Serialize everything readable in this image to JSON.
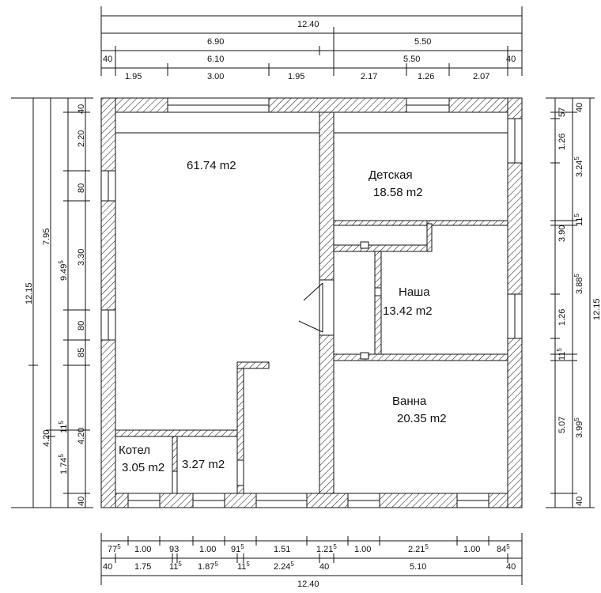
{
  "rooms": {
    "main": {
      "area": "61.74  m2"
    },
    "detskaya": {
      "name": "Детская",
      "area": "18.58  m2"
    },
    "nasha": {
      "name": "Наша",
      "area": "13.42  m2"
    },
    "vanna": {
      "name": "Ванна",
      "area": "20.35  m2"
    },
    "kotel": {
      "name": "Котел",
      "area": "3.05  m2"
    },
    "small": {
      "area": "3.27  m2"
    }
  },
  "dims": {
    "top1": "12.40",
    "top2a": "6.90",
    "top2b": "5.50",
    "top3a": "40",
    "top3b": "6.10",
    "top3c": "5.50",
    "top3d": "40",
    "top4": [
      "1.95",
      "3.00",
      "1.95",
      "2.17",
      "1.26",
      "2.07"
    ],
    "bot1": [
      "77",
      "1.00",
      "93",
      "1.00",
      "91",
      "1.51",
      "1.21",
      "1.00",
      "2.21",
      "1.00",
      "84"
    ],
    "bot1sup": [
      "5",
      "",
      "",
      "",
      "5",
      "",
      "5",
      "",
      "5",
      "",
      "5"
    ],
    "bot2": [
      "40",
      "1.75",
      "11",
      "1.87",
      "11",
      "2.24",
      "40",
      "5.10",
      "40"
    ],
    "bot2sup": [
      "",
      "",
      "5",
      "5",
      "5",
      "5",
      "",
      "",
      ""
    ],
    "bot3": "12.40",
    "left_outer": "12.15",
    "left_mid": "7.95",
    "left_mid2": "9.49",
    "left_mid2_sup": "5",
    "left_a": "4.20",
    "left_b": "1.74",
    "left_b_sup": "5",
    "left_c": "11",
    "left_c_sup": "5",
    "left_inner": [
      "40",
      "2.20",
      "80",
      "3.30",
      "80",
      "85",
      "4.20",
      "40"
    ],
    "right_outer": "12.15",
    "right_a": [
      "57",
      "40"
    ],
    "right_b": "3.24",
    "right_b_sup": "5",
    "right_c": "3.90",
    "right_d": "3.88",
    "right_d_sup": "5",
    "right_e": "5.07",
    "right_f": "3.99",
    "right_f_sup": "5",
    "right_g": "1.26",
    "right_h": "1.26",
    "right_i": "11",
    "right_i_sup": "5",
    "right_j": "11",
    "right_j_sup": "5",
    "right_k": "40"
  }
}
